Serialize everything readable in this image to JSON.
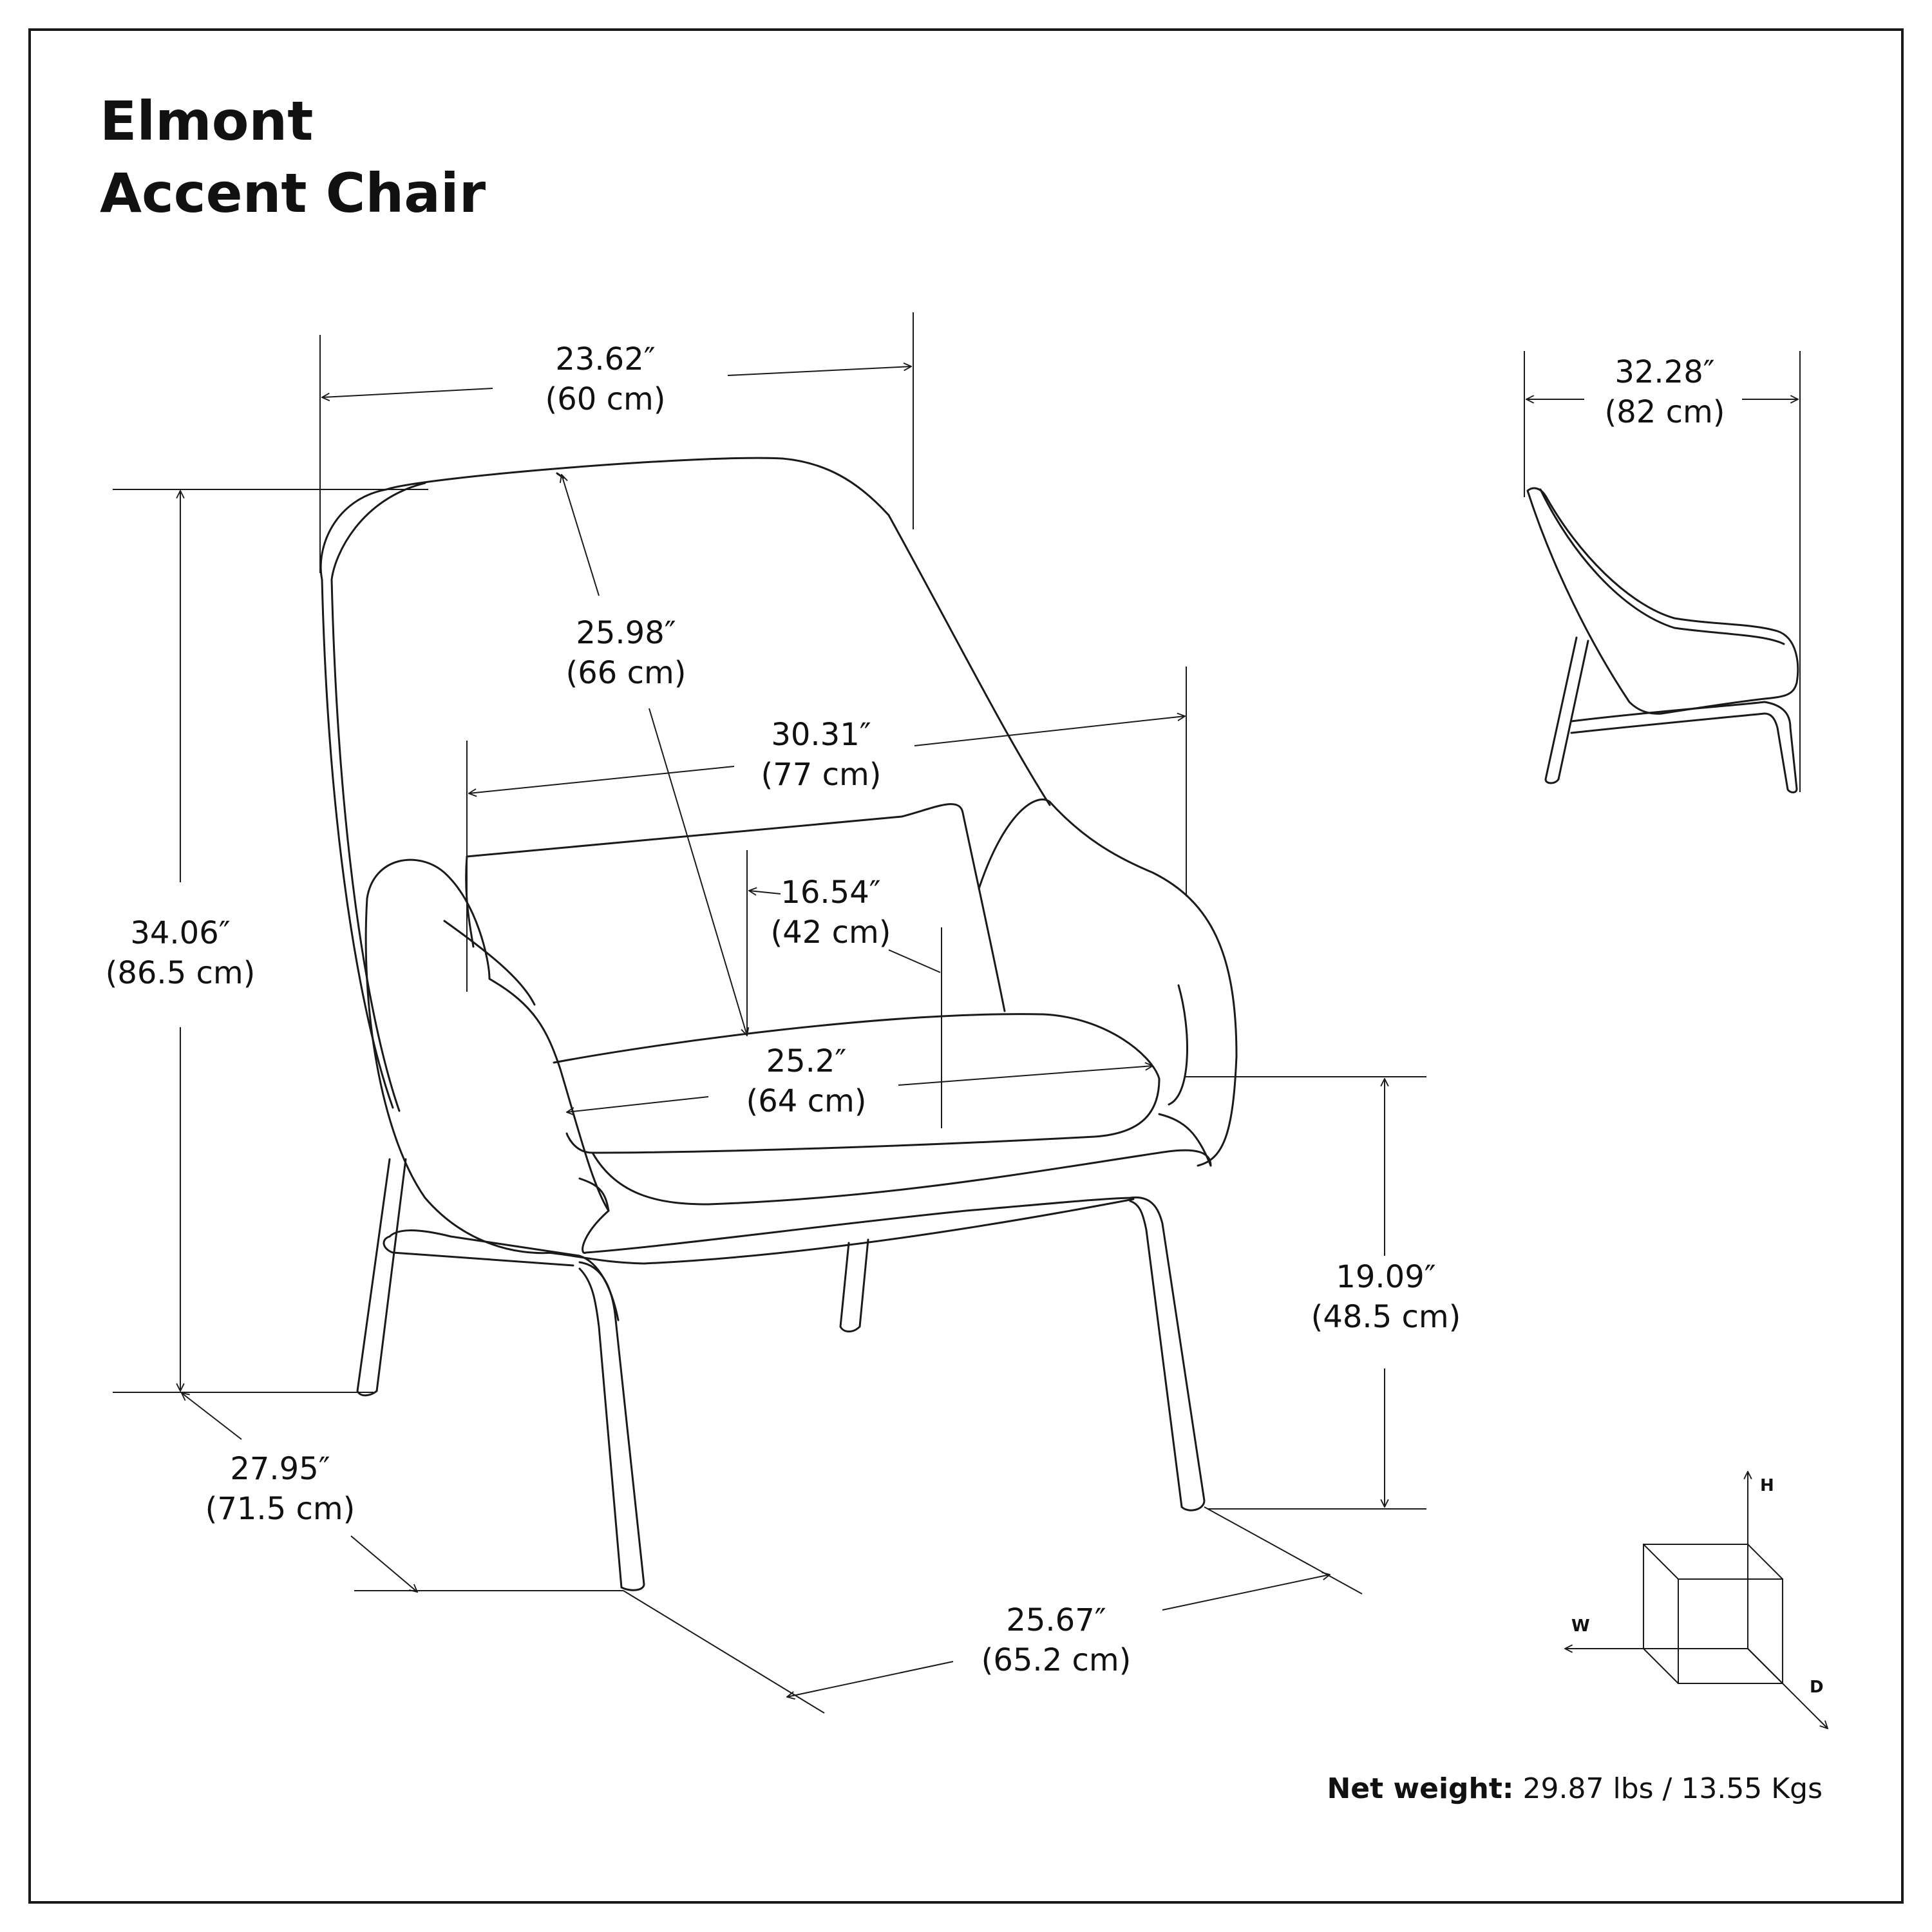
{
  "title": {
    "line1": "Elmont",
    "line2": "Accent Chair"
  },
  "dimensions": {
    "overall_width": {
      "imperial": "23.62″",
      "metric": "(60 cm)"
    },
    "back_height": {
      "imperial": "25.98″",
      "metric": "(66 cm)"
    },
    "arm_width": {
      "imperial": "30.31″",
      "metric": "(77 cm)"
    },
    "arm_height": {
      "imperial": "16.54″",
      "metric": "(42 cm)"
    },
    "seat_width": {
      "imperial": "25.2″",
      "metric": "(64 cm)"
    },
    "overall_height": {
      "imperial": "34.06″",
      "metric": "(86.5 cm)"
    },
    "seat_height": {
      "imperial": "19.09″",
      "metric": "(48.5 cm)"
    },
    "leg_depth": {
      "imperial": "27.95″",
      "metric": "(71.5 cm)"
    },
    "base_width": {
      "imperial": "25.67″",
      "metric": "(65.2 cm)"
    },
    "side_depth": {
      "imperial": "32.28″",
      "metric": "(82 cm)"
    }
  },
  "axes": {
    "h": "H",
    "w": "W",
    "d": "D"
  },
  "weight": {
    "label": "Net weight:",
    "value": "29.87 lbs / 13.55 Kgs"
  },
  "colors": {
    "line": "#1a1a1a",
    "background": "#ffffff"
  }
}
